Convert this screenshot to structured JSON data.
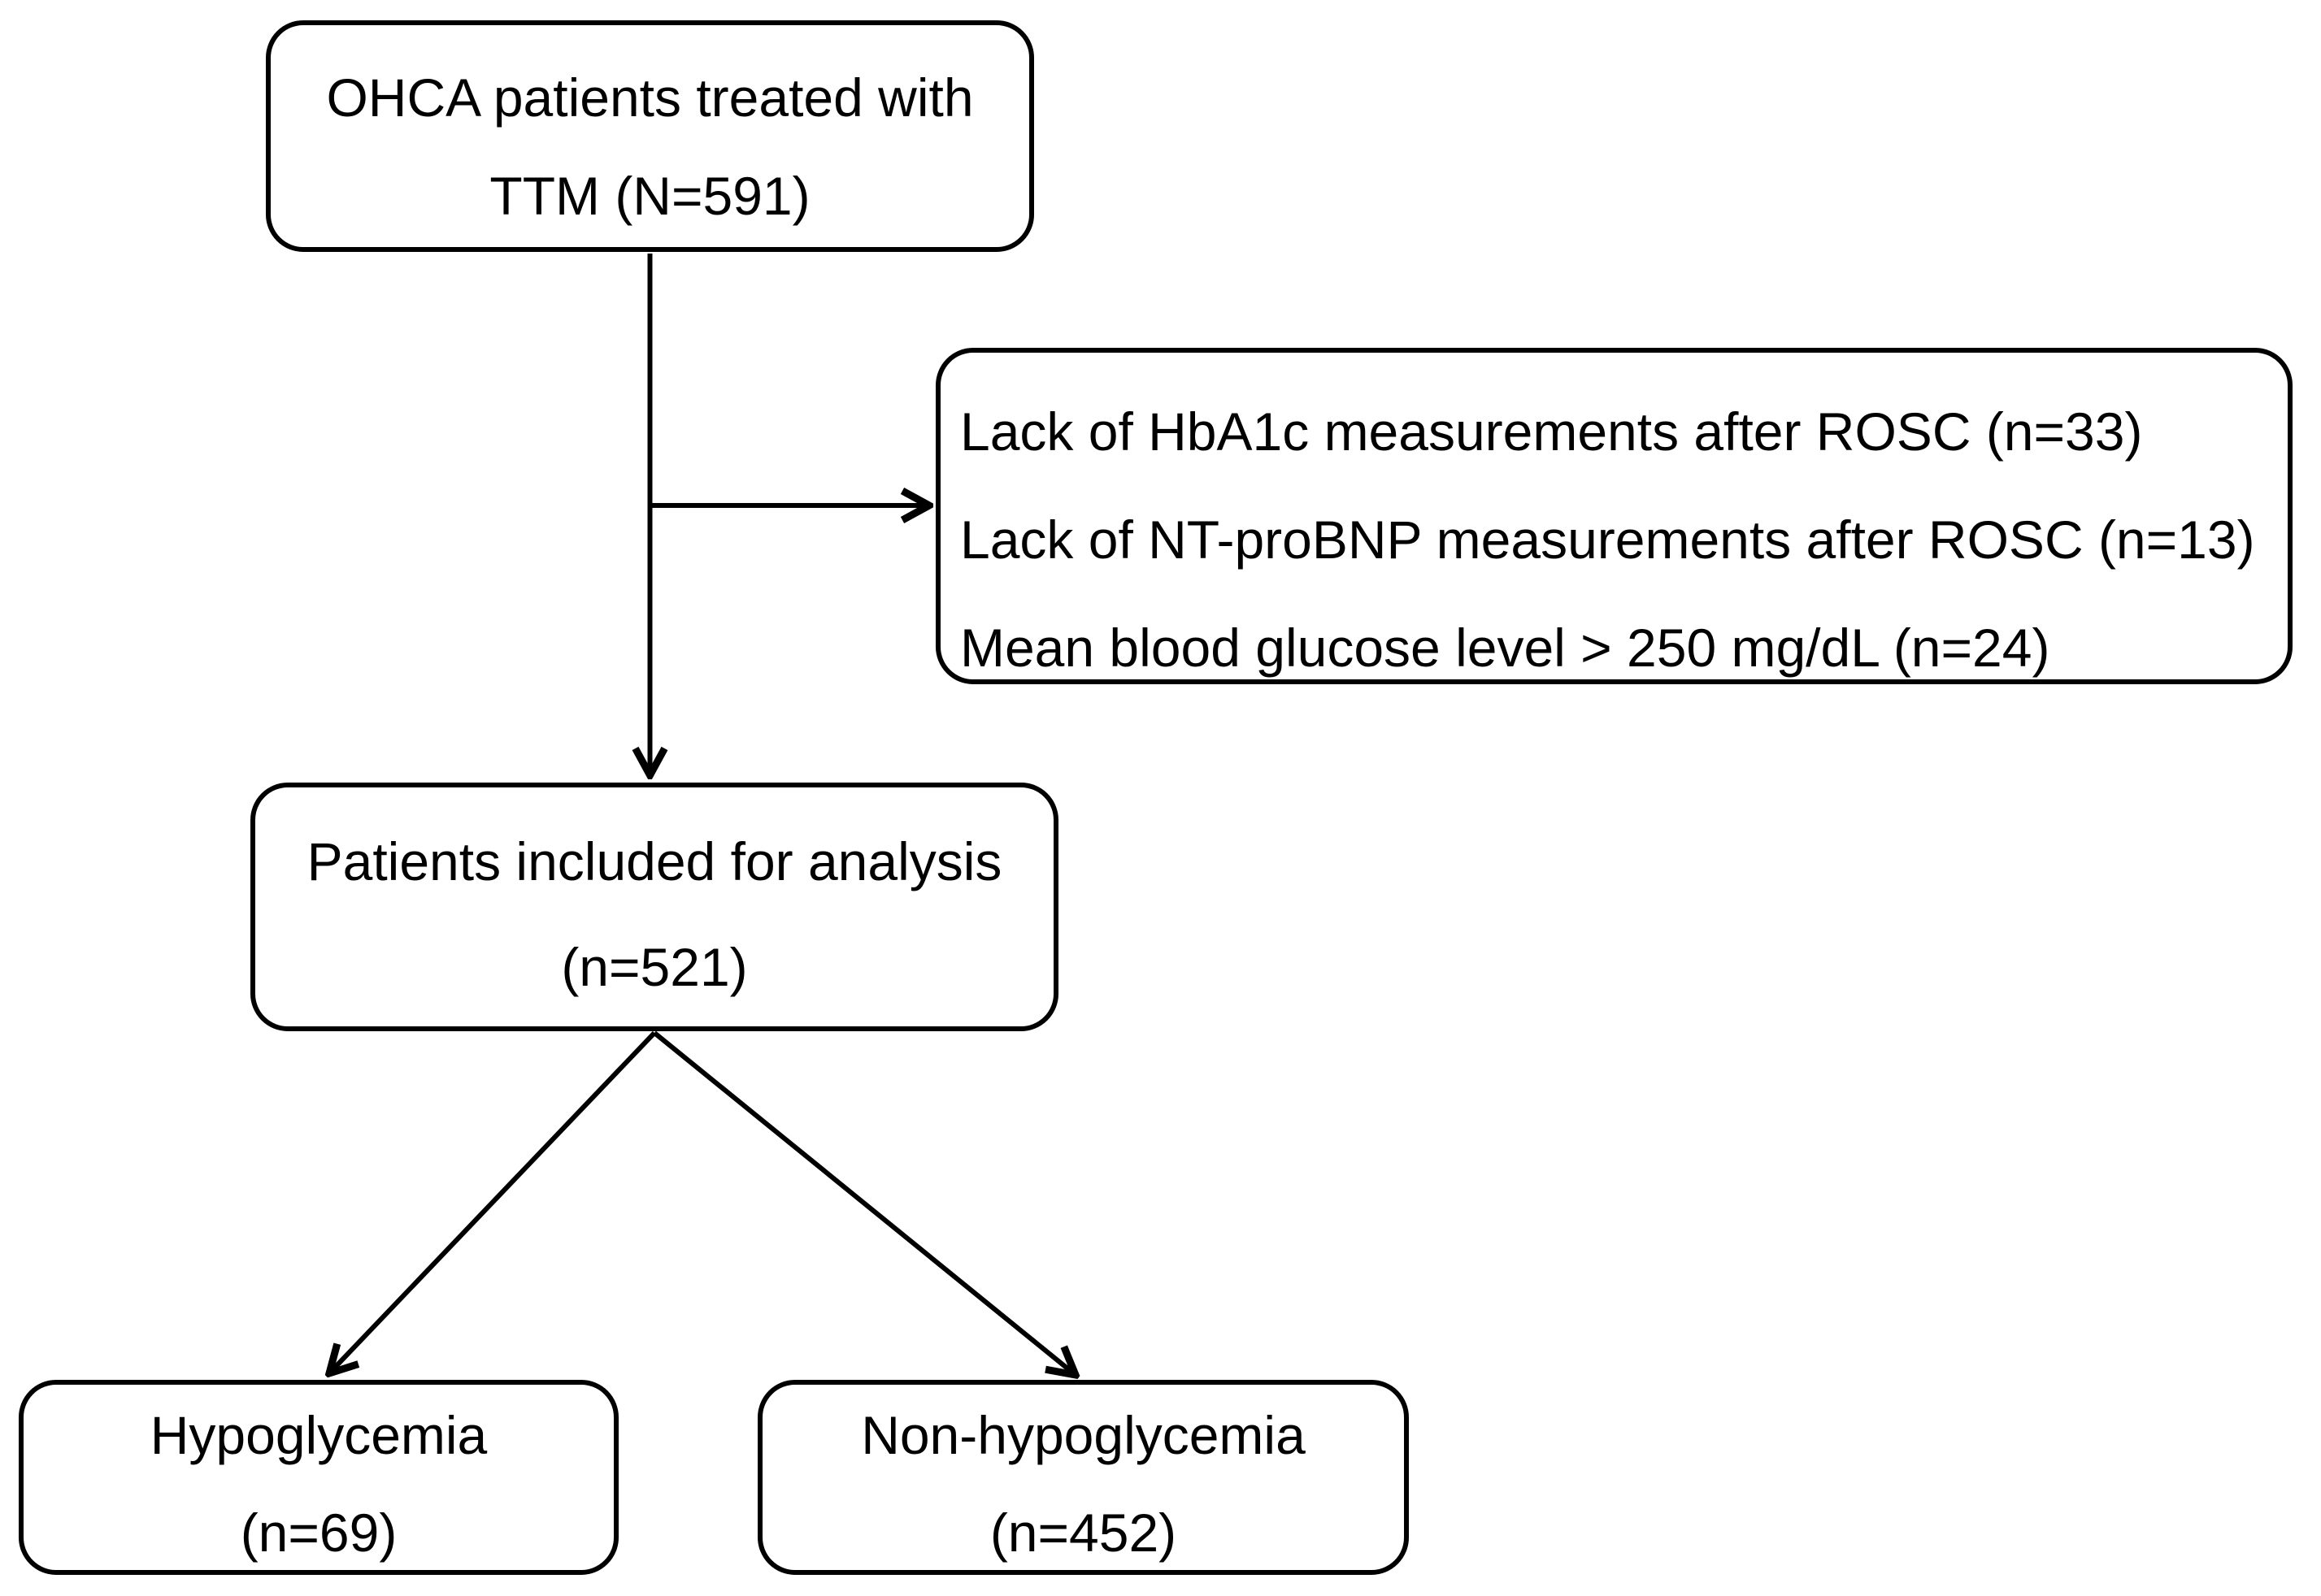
{
  "diagram_type": "patient-flow-chart",
  "colors": {
    "background": "#ffffff",
    "box_fill": "#ffffff",
    "box_border": "#000000",
    "text": "#000000",
    "arrow": "#000000"
  },
  "nodes": {
    "ohca": {
      "lines": [
        "OHCA patients treated with",
        "TTM (N=591)"
      ]
    },
    "exclusions": {
      "lines": [
        "Lack of HbA1c measurements after ROSC (n=33)",
        "Lack of NT-proBNP measurements after ROSC (n=13)",
        "Mean blood glucose level > 250 mg/dL (n=24)"
      ]
    },
    "included": {
      "lines": [
        "Patients included for analysis",
        "(n=521)"
      ]
    },
    "hypoglycemia": {
      "lines": [
        "Hypoglycemia",
        "(n=69)"
      ]
    },
    "non_hypoglycemia": {
      "lines": [
        "Non-hypoglycemia",
        "(n=452)"
      ]
    }
  },
  "counts": {
    "total_ohca_ttm": 591,
    "excluded_no_hba1c": 33,
    "excluded_no_ntprobnp": 13,
    "excluded_glucose_over_250": 24,
    "included_for_analysis": 521,
    "hypoglycemia": 69,
    "non_hypoglycemia": 452
  }
}
